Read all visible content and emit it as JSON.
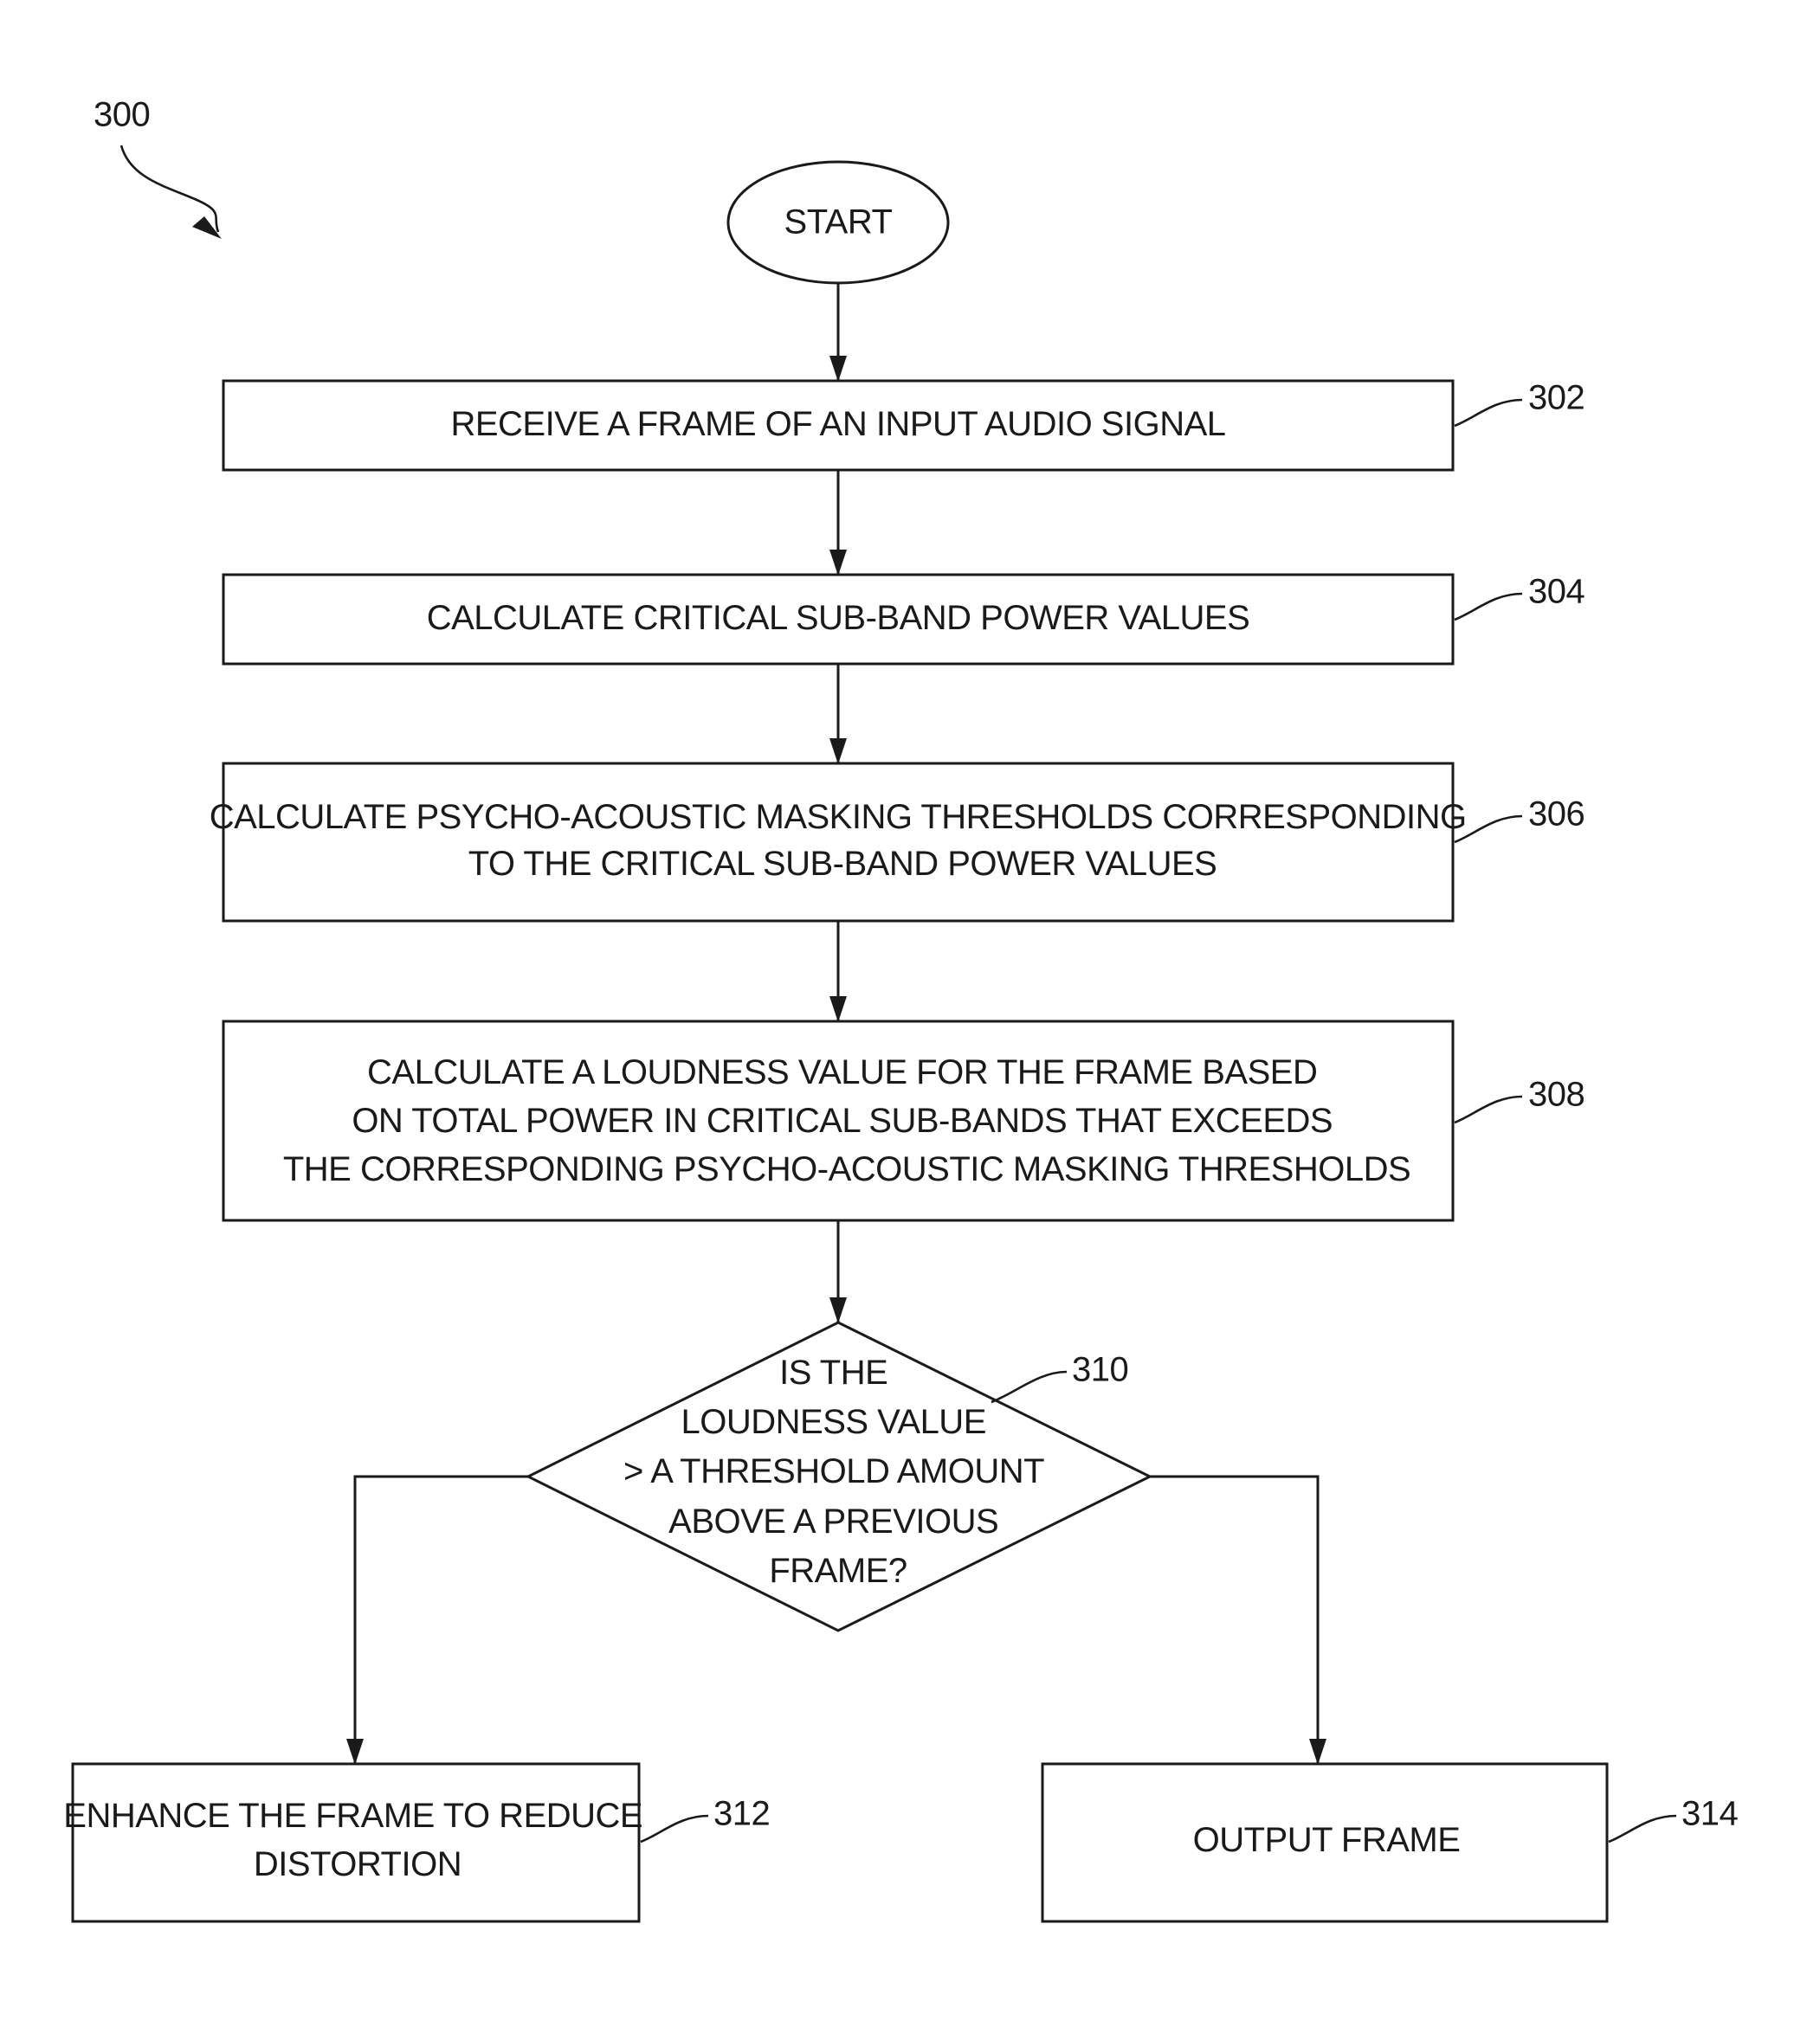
{
  "figure": {
    "number": "300",
    "color": "#1a1a1a"
  },
  "nodes": {
    "start": {
      "label": "START"
    },
    "step_302": {
      "ref": "302",
      "lines": [
        "RECEIVE A FRAME OF AN INPUT AUDIO SIGNAL"
      ]
    },
    "step_304": {
      "ref": "304",
      "lines": [
        "CALCULATE CRITICAL SUB-BAND POWER VALUES"
      ]
    },
    "step_306": {
      "ref": "306",
      "lines": [
        "CALCULATE PSYCHO-ACOUSTIC MASKING THRESHOLDS CORRESPONDING",
        "TO THE CRITICAL SUB-BAND POWER VALUES"
      ]
    },
    "step_308": {
      "ref": "308",
      "lines": [
        "CALCULATE A LOUDNESS VALUE FOR THE FRAME BASED",
        "ON TOTAL POWER IN CRITICAL SUB-BANDS THAT EXCEEDS",
        "THE CORRESPONDING PSYCHO-ACOUSTIC MASKING THRESHOLDS"
      ]
    },
    "decision_310": {
      "ref": "310",
      "lines": [
        "IS THE",
        "LOUDNESS VALUE",
        "> A THRESHOLD AMOUNT",
        "ABOVE A PREVIOUS",
        "FRAME?"
      ]
    },
    "step_312": {
      "ref": "312",
      "lines": [
        "ENHANCE THE FRAME TO REDUCE",
        "DISTORTION"
      ]
    },
    "step_314": {
      "ref": "314",
      "lines": [
        "OUTPUT FRAME"
      ]
    }
  }
}
